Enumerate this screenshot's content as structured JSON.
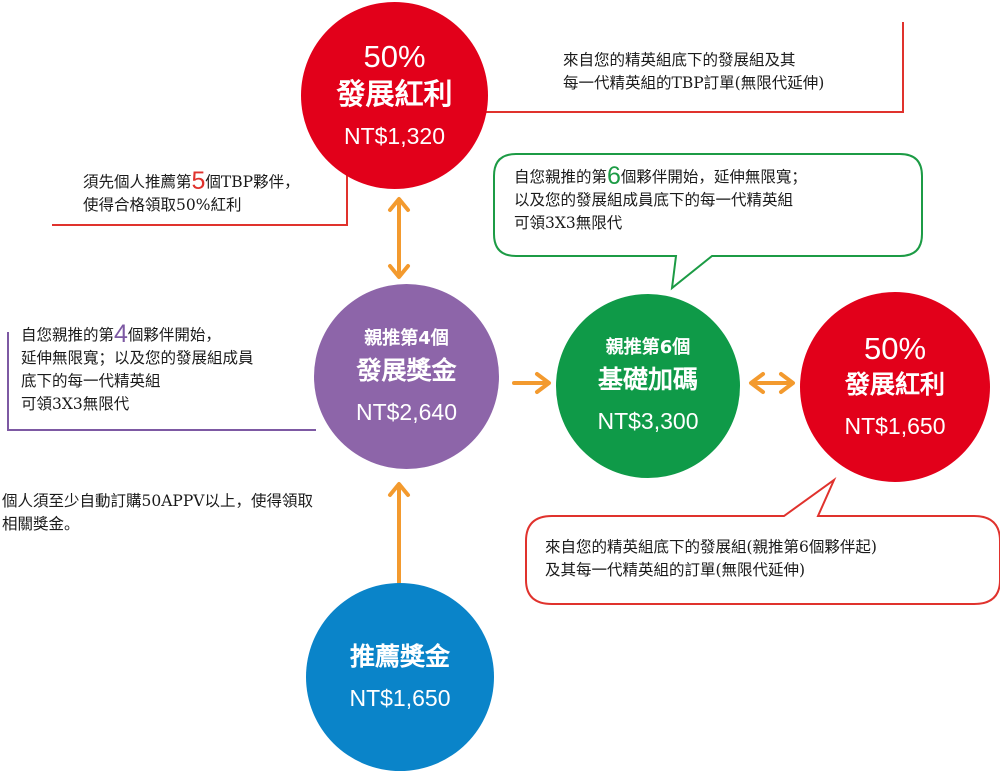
{
  "colors": {
    "red": "#e2001a",
    "purple": "#8d65a9",
    "green": "#0f9a48",
    "blue": "#0a84c9",
    "arrow": "#f39a2e",
    "accent_red": "#e0322d",
    "accent_purple": "#7d59a3",
    "accent_green": "#1c9b45"
  },
  "nodes": {
    "top_bonus": {
      "percent": "50%",
      "title": "發展紅利",
      "amount": "NT$1,320"
    },
    "development": {
      "subtitle": "親推第4個",
      "title": "發展獎金",
      "amount": "NT$2,640"
    },
    "base_code": {
      "subtitle": "親推第6個",
      "title": "基礎加碼",
      "amount": "NT$3,300"
    },
    "right_bonus": {
      "percent": "50%",
      "title": "發展紅利",
      "amount": "NT$1,650"
    },
    "referral": {
      "title": "推薦獎金",
      "amount": "NT$1,650"
    }
  },
  "notes": {
    "top_right": {
      "line1": "來自您的精英組底下的發展組及其",
      "line2": "每一代精英組的TBP訂單(無限代延伸)"
    },
    "top_left": {
      "line1_pre": "須先個人推薦第",
      "line1_num": "5",
      "line1_post": "個TBP夥伴，",
      "line2": "使得合格領取50%紅利"
    },
    "green_bubble": {
      "line1_pre": "自您親推的第",
      "line1_num": "6",
      "line1_post": "個夥伴開始，延伸無限寬；",
      "line2": "以及您的發展組成員底下的每一代精英組",
      "line3": "可領3X3無限代"
    },
    "left_mid": {
      "line1_pre": "自您親推的第",
      "line1_num": "4",
      "line1_post": "個夥伴開始，",
      "line2": "延伸無限寬；以及您的發展組成員",
      "line3": "底下的每一代精英組",
      "line4": "可領3X3無限代"
    },
    "left_bottom": {
      "line1": "個人須至少自動訂購50APPV以上，使得領取",
      "line2": "相關獎金。"
    },
    "red_bubble": {
      "line1": "來自您的精英組底下的發展組(親推第6個夥伴起)",
      "line2": "及其每一代精英組的訂單(無限代延伸)"
    }
  }
}
